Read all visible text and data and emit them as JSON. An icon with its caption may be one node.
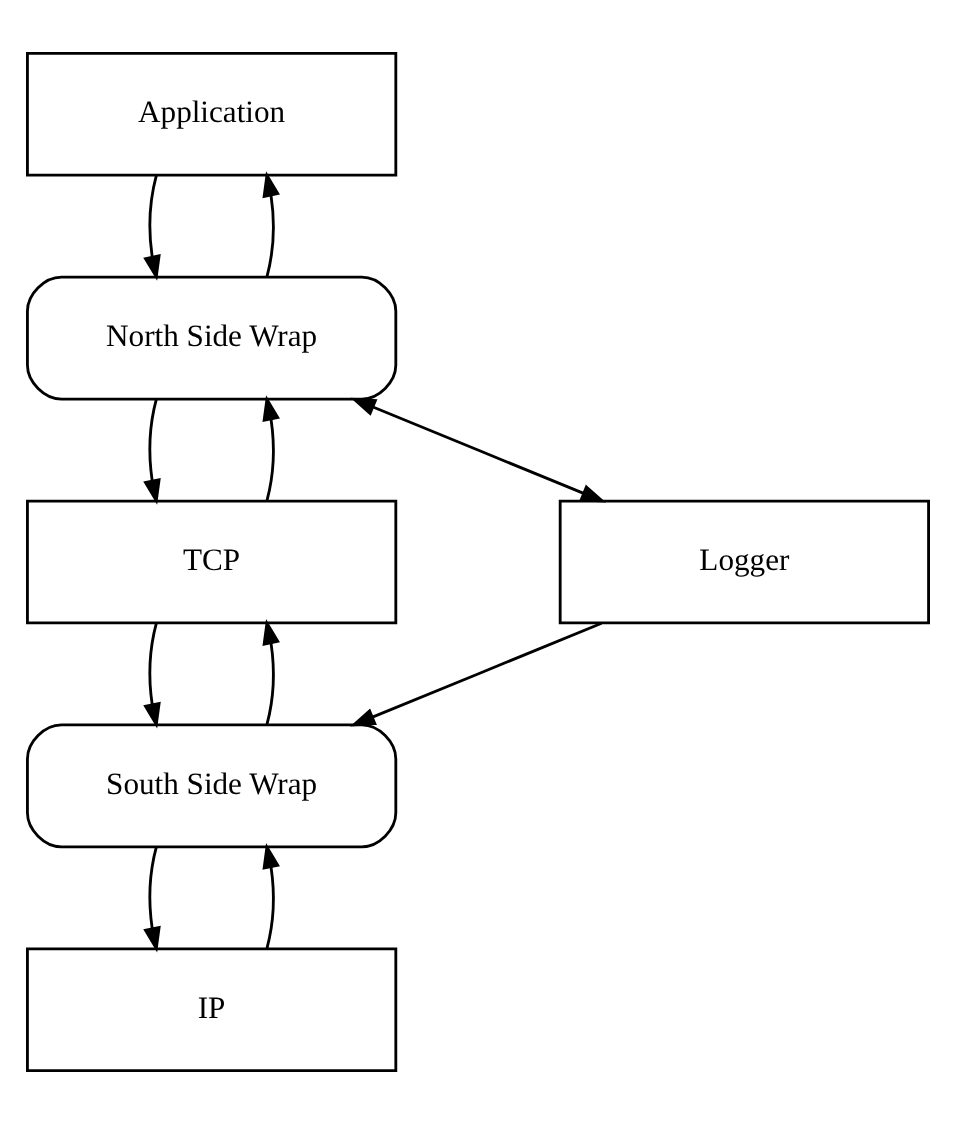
{
  "diagram": {
    "nodes": [
      {
        "text": [
          "Application"
        ]
      },
      {
        "text": [
          "North Side Wrap"
        ]
      },
      {
        "text": [
          "TCP"
        ]
      },
      {
        "text": [
          "Logger"
        ]
      },
      {
        "text": [
          "South Side Wrap"
        ]
      },
      {
        "text": [
          "IP"
        ]
      }
    ],
    "edges": [
      {
        "from": 0,
        "to": 1,
        "arrow": "to"
      },
      {
        "from": 1,
        "to": 0,
        "arrow": "to"
      },
      {
        "from": 1,
        "to": 2,
        "arrow": "to"
      },
      {
        "from": 2,
        "to": 1,
        "arrow": "to"
      },
      {
        "from": 1,
        "to": 3,
        "arrow": "both"
      },
      {
        "from": 3,
        "to": 4,
        "arrow": "to"
      },
      {
        "from": 2,
        "to": 4,
        "arrow": "to"
      },
      {
        "from": 4,
        "to": 2,
        "arrow": "to"
      },
      {
        "from": 4,
        "to": 5,
        "arrow": "to"
      },
      {
        "from": 5,
        "to": 4,
        "arrow": "to"
      }
    ]
  }
}
